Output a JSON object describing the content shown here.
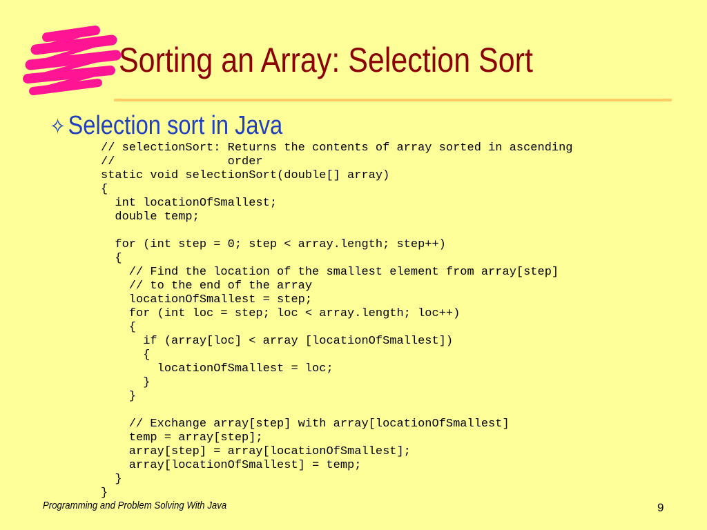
{
  "slide": {
    "title": "Sorting an Array: Selection Sort",
    "bullet": {
      "icon": "four-point-star-outline-icon",
      "text": "Selection sort in Java"
    },
    "code_lines": [
      "// selectionSort: Returns the contents of array sorted in ascending",
      "//                order",
      "static void selectionSort(double[] array)",
      "{",
      "  int locationOfSmallest;",
      "  double temp;",
      "",
      "  for (int step = 0; step < array.length; step++)",
      "  {",
      "    // Find the location of the smallest element from array[step]",
      "    // to the end of the array",
      "    locationOfSmallest = step;",
      "    for (int loc = step; loc < array.length; loc++)",
      "    {",
      "      if (array[loc] < array [locationOfSmallest])",
      "      {",
      "        locationOfSmallest = loc;",
      "      }",
      "    }",
      "",
      "    // Exchange array[step] with array[locationOfSmallest]",
      "    temp = array[step];",
      "    array[step] = array[locationOfSmallest];",
      "    array[locationOfSmallest] = temp;",
      "  }",
      "}"
    ],
    "footer": "Programming and Problem Solving With Java",
    "page_number": "9"
  },
  "colors": {
    "background": "#FFFF99",
    "title": "#8B0000",
    "bullet": "#1F3FBF",
    "accent_scribble": "#FF1493",
    "rule": "#FFCC66"
  }
}
